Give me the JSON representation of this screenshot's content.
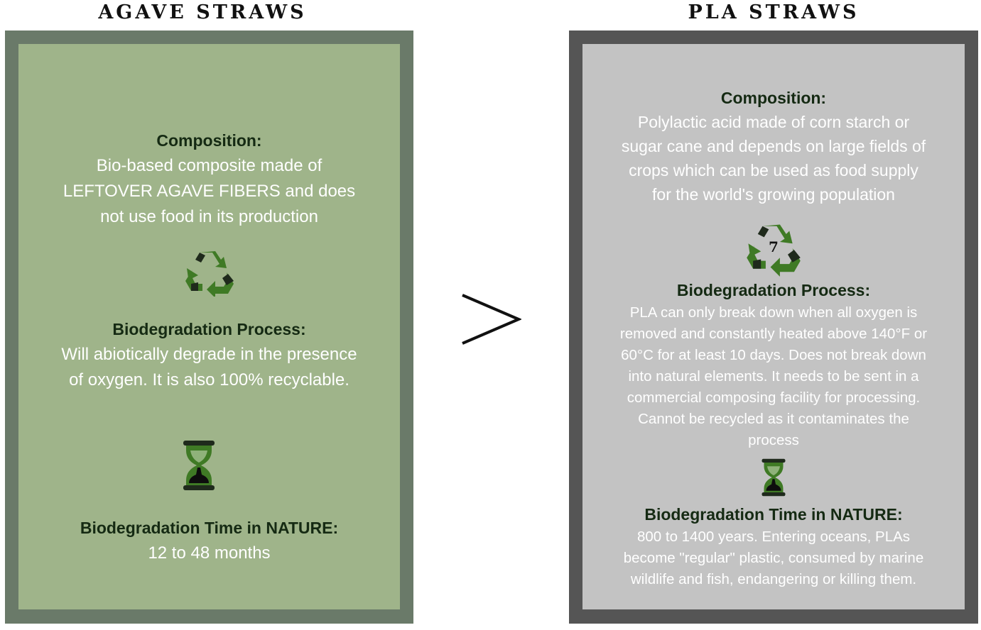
{
  "left": {
    "title": "AGAVE STRAWS",
    "composition_heading": "Composition:",
    "composition_lines": [
      "Bio-based composite made of",
      "LEFTOVER AGAVE FIBERS and does",
      "not use food in its production"
    ],
    "process_heading": "Biodegradation Process:",
    "process_lines": [
      "Will abiotically degrade in the presence",
      "of oxygen. It is also 100% recyclable."
    ],
    "time_heading": "Biodegradation Time in NATURE:",
    "time_lines": [
      "12 to 48 months"
    ]
  },
  "comparison_symbol": ">",
  "right": {
    "title": "PLA STRAWS",
    "composition_heading": "Composition:",
    "composition_lines": [
      "Polylactic acid made of corn starch or",
      "sugar cane and depends on large fields of",
      "crops which can be used as food supply",
      "for the world's growing population"
    ],
    "recycle_code": "7",
    "process_heading": "Biodegradation Process:",
    "process_lines": [
      "PLA can only break down when all oxygen is",
      "removed and constantly heated above 140°F or",
      "60°C for at least 10 days. Does not break down",
      "into natural elements. It  needs to be sent in a",
      "commercial composing facility for processing.",
      "Cannot be recycled as it contaminates the",
      "process"
    ],
    "time_heading": "Biodegradation Time in NATURE:",
    "time_lines": [
      "800 to 1400 years. Entering oceans, PLAs",
      "become \"regular\" plastic, consumed by marine",
      "wildlife and fish, endangering or killing them."
    ]
  },
  "icons": [
    "recycle-icon",
    "hourglass-icon",
    "recycle-7-icon"
  ],
  "colors": {
    "left_frame": "#6a7a69",
    "left_panel": "#9fb48a",
    "right_frame": "#555555",
    "right_panel": "#c3c3c3",
    "heading": "#152a13",
    "body_text": "#ffffff",
    "icon_green": "#3f7a25",
    "icon_dark": "#1f2a1c"
  }
}
